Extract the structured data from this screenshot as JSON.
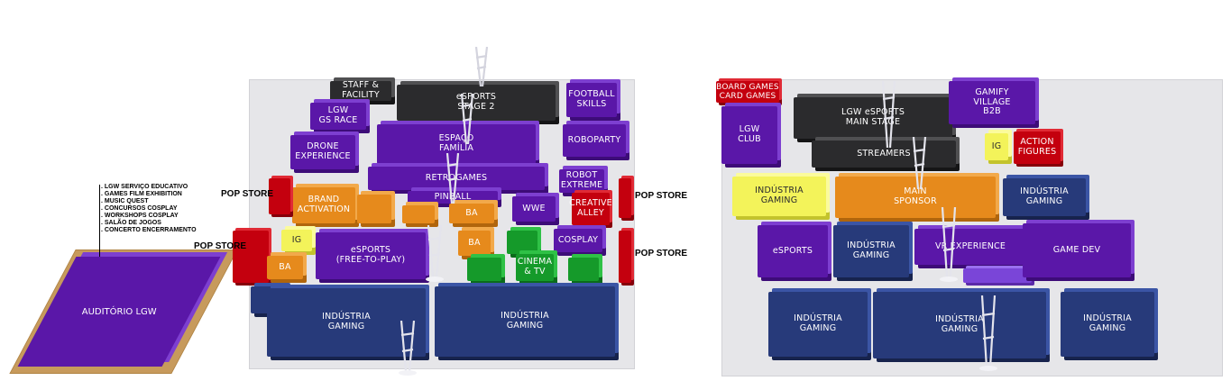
{
  "colors": {
    "purple": "#5a17a8",
    "dark": "#2b2b2d",
    "navy": "#273a7a",
    "orange": "#e68a1c",
    "red": "#c4000e",
    "green": "#159a2a",
    "yellow": "#f3f35a",
    "auditorium_base": "#c79a5c"
  },
  "icons": [
    "truss-tower-icon"
  ],
  "auditorium": {
    "label": "AUDITÓRIO LGW",
    "activities": [
      ". LGW SERVIÇO EDUCATIVO",
      ". GAMES FILM EXHIBITION",
      ". MUSIC QUEST",
      ". CONCURSOS COSPLAY",
      ". WORKSHOPS COSPLAY",
      ". SALÃO DE JOGOS",
      ". CONCERTO ENCERRAMENTO"
    ]
  },
  "pop_store_label": "POP STORE",
  "left_hall": {
    "staff": "STAFF &\nFACILITY",
    "esports_stage2": "eSPORTS\nSTAGE 2",
    "football": "FOOTBALL\nSKILLS",
    "gs_race": "LGW\nGS RACE",
    "familia": "ESPAÇO\nFAMÍLIA",
    "roboparty": "ROBOPARTY",
    "drone": "DRONE\nEXPERIENCE",
    "retrogames": "RETROGAMES",
    "robot": "ROBOT\nEXTREME",
    "pinball": "PINBALL",
    "brand": "BRAND\nACTIVATION",
    "ba": "BA",
    "wwe": "WWE",
    "creative": "CREATIVE\nALLEY",
    "ig": "IG",
    "esports_ftp": "eSPORTS\n(FREE-TO-PLAY)",
    "cosplay": "COSPLAY",
    "cinema": "CINEMA\n& TV",
    "industria": "INDÚSTRIA\nGAMING"
  },
  "right_hall": {
    "board_games": "BOARD GAMES\nCARD GAMES",
    "lgw_club": "LGW\nCLUB",
    "main_stage": "LGW eSPORTS\nMAIN STAGE",
    "streamers": "STREAMERS",
    "gamify": "GAMIFY\nVILLAGE\nB2B",
    "ig": "IG",
    "action": "ACTION\nFIGURES",
    "industria": "INDÚSTRIA\nGAMING",
    "main_sponsor": "MAIN\nSPONSOR",
    "esports": "eSPORTS",
    "vr": "VR EXPERIENCE",
    "game_dev": "GAME DEV"
  }
}
